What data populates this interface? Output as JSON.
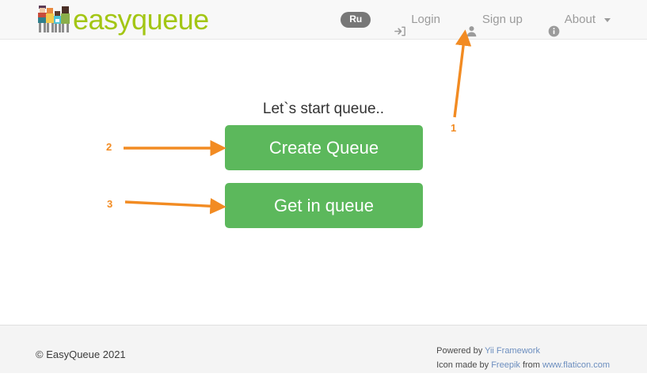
{
  "header": {
    "brand_text": "easyqueue",
    "brand_icon": "people-queue-logo-icon",
    "lang_badge": "Ru",
    "nav": [
      {
        "label": "Login",
        "icon": "sign-in-icon"
      },
      {
        "label": "Sign up",
        "icon": "user-icon"
      },
      {
        "label": "About",
        "icon": "info-circle-icon",
        "has_caret": true
      }
    ]
  },
  "main": {
    "headline": "Let`s start queue..",
    "create_button": "Create Queue",
    "getin_button": "Get in queue"
  },
  "footer": {
    "copyright": "© EasyQueue 2021",
    "powered_prefix": "Powered by ",
    "powered_link": "Yii Framework",
    "icon_prefix": "Icon made by ",
    "icon_link": "Freepik",
    "icon_middle": " from ",
    "icon_link2": "www.flaticon.com"
  },
  "annotations": {
    "marker_color": "#f28b22",
    "items": [
      {
        "label": "1",
        "target": "about-nav-region"
      },
      {
        "label": "2",
        "target": "create-queue-button"
      },
      {
        "label": "3",
        "target": "get-in-queue-button"
      }
    ]
  },
  "colors": {
    "brand_green": "#a3c614",
    "button_green": "#5cb85c",
    "navbar_bg": "#f8f8f8",
    "footer_bg": "#f4f4f4",
    "annotation_orange": "#f28b22",
    "link_blue": "#6c8ebf"
  }
}
